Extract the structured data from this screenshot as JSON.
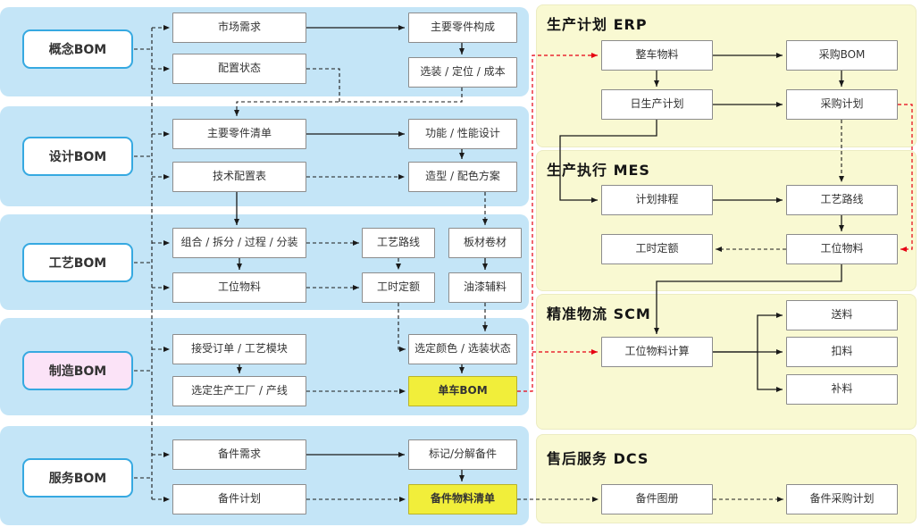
{
  "left_sections": [
    {
      "label": "概念BOM",
      "boxes": [
        "市场需求",
        "配置状态",
        "主要零件构成",
        "选装 / 定位 / 成本"
      ]
    },
    {
      "label": "设计BOM",
      "boxes": [
        "主要零件清单",
        "技术配置表",
        "功能 / 性能设计",
        "造型 / 配色方案"
      ]
    },
    {
      "label": "工艺BOM",
      "boxes": [
        "组合 / 拆分 / 过程 / 分装",
        "工位物料",
        "工艺路线",
        "工时定额",
        "板材卷材",
        "油漆辅料"
      ]
    },
    {
      "label": "制造BOM",
      "boxes": [
        "接受订单 / 工艺模块",
        "选定生产工厂 / 产线",
        "选定颜色 / 选装状态",
        "单车BOM"
      ]
    },
    {
      "label": "服务BOM",
      "boxes": [
        "备件需求",
        "备件计划",
        "标记/分解备件",
        "备件物料清单"
      ]
    }
  ],
  "right_sections": [
    {
      "title": "生产计划 ERP",
      "boxes": [
        "整车物料",
        "采购BOM",
        "日生产计划",
        "采购计划"
      ]
    },
    {
      "title": "生产执行 MES",
      "boxes": [
        "计划排程",
        "工艺路线",
        "工时定额",
        "工位物料"
      ]
    },
    {
      "title": "精准物流 SCM",
      "boxes": [
        "工位物料计算",
        "送料",
        "扣料",
        "补料"
      ]
    },
    {
      "title": "售后服务 DCS",
      "boxes": [
        "备件图册",
        "备件采购计划"
      ]
    }
  ],
  "colors": {
    "left_panel_bg": "#c4e5f7",
    "right_panel_bg": "#f9f9d2",
    "label_border": "#36a9e1",
    "manufacture_label_bg": "#fbe3f7",
    "highlight_yellow": "#f1ee3a",
    "arrow_black": "#1a1a1a",
    "arrow_red": "#e60012"
  }
}
